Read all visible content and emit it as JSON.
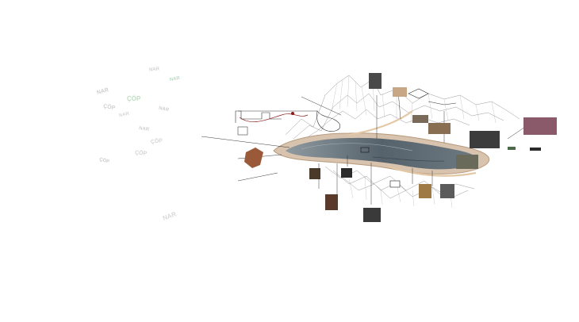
{
  "cloud_words": [
    {
      "text": "NAR",
      "color": "#cfcfcf"
    },
    {
      "text": "ÇÖP",
      "color": "#cfcfcf"
    },
    {
      "text": "NAR",
      "color": "#d8d8d8"
    },
    {
      "text": "ÇÖP",
      "color": "#bfe0c4"
    },
    {
      "text": "NAR",
      "color": "#d0d0d0"
    },
    {
      "text": "ÇÖP",
      "color": "#d6d6d6"
    },
    {
      "text": "NAR",
      "color": "#cfcfcf"
    },
    {
      "text": "ÇÖP",
      "color": "#d4d4d4"
    },
    {
      "text": "NAR",
      "color": "#b9ddc0"
    },
    {
      "text": "NAR",
      "color": "#d8d8d8"
    },
    {
      "text": "ÇÖP",
      "color": "#cccccc"
    },
    {
      "text": "NAR",
      "color": "#d2d2d2"
    }
  ],
  "notes": [],
  "colors": {
    "lake_dark": "#4a5660",
    "lake_mid": "#7d8890",
    "shore": "#c9a98d",
    "shore_light": "#e7d6c4",
    "mountain_line": "#8a8a8a",
    "accent_red": "#8b1a1a",
    "leader": "#222222"
  }
}
